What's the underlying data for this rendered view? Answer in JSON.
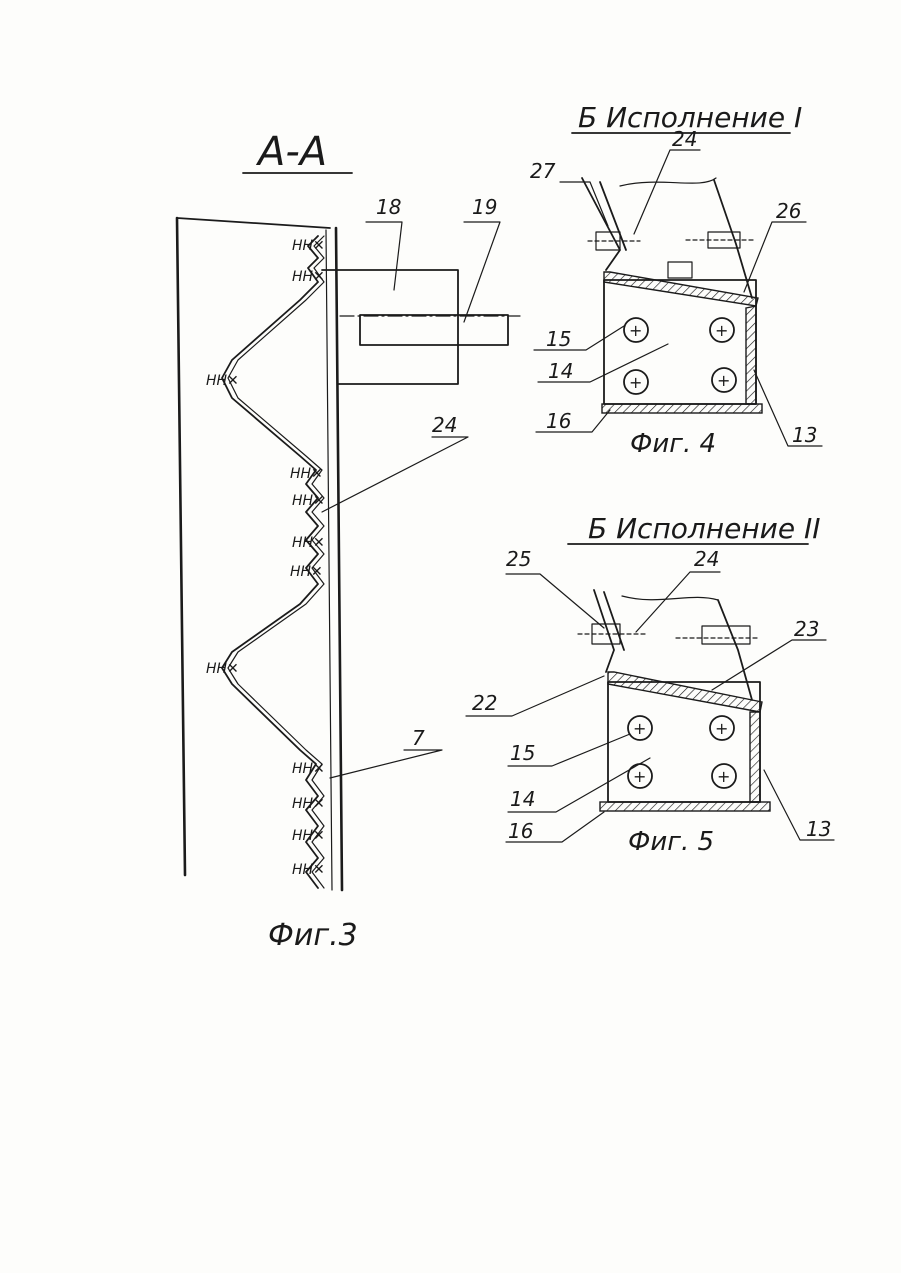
{
  "section_title": "А-А",
  "fig3": {
    "caption": "Фиг.3",
    "labels": {
      "l18": "18",
      "l19": "19",
      "l24": "24",
      "l7": "7"
    }
  },
  "fig4": {
    "header": "Б Исполнение I",
    "caption": "Фиг. 4",
    "labels": {
      "l24": "24",
      "l27": "27",
      "l26": "26",
      "l15": "15",
      "l14": "14",
      "l16": "16",
      "l13": "13"
    }
  },
  "fig5": {
    "header": "Б Исполнение II",
    "caption": "Фиг. 5",
    "labels": {
      "l25": "25",
      "l24": "24",
      "l23": "23",
      "l22": "22",
      "l15": "15",
      "l14": "14",
      "l16": "16",
      "l13": "13"
    }
  }
}
